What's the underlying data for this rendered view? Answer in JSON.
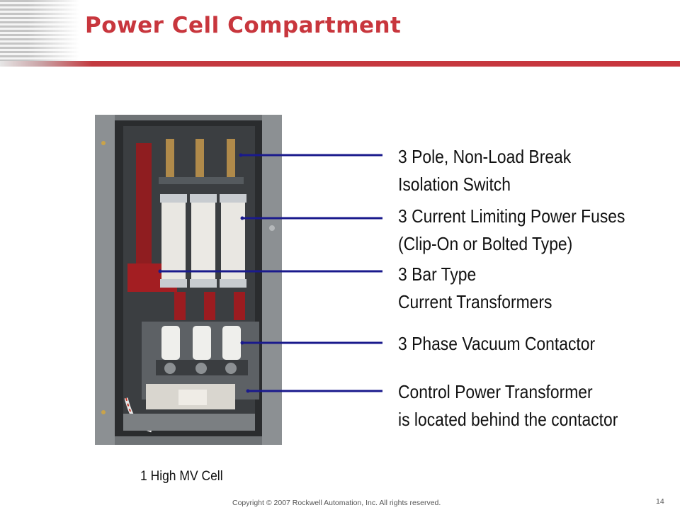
{
  "slide": {
    "title": "Power Cell Compartment",
    "caption": "1 High MV Cell",
    "copyright": "Copyright © 2007 Rockwell Automation, Inc. All rights reserved.",
    "page_number": "14"
  },
  "callouts": [
    {
      "line1": "3 Pole, Non-Load Break",
      "line2": "Isolation Switch"
    },
    {
      "line1": "3 Current Limiting Power Fuses",
      "line2": "(Clip-On or Bolted Type)"
    },
    {
      "line1": "3 Bar Type",
      "line2": "Current Transformers"
    },
    {
      "line1": "3 Phase Vacuum Contactor",
      "line2": ""
    },
    {
      "line1": "Control Power Transformer",
      "line2": "is located behind the contactor"
    }
  ],
  "colors": {
    "title": "#c8363d",
    "accent_rule": "#c8363d",
    "leader_line": "#1a1a8c"
  }
}
